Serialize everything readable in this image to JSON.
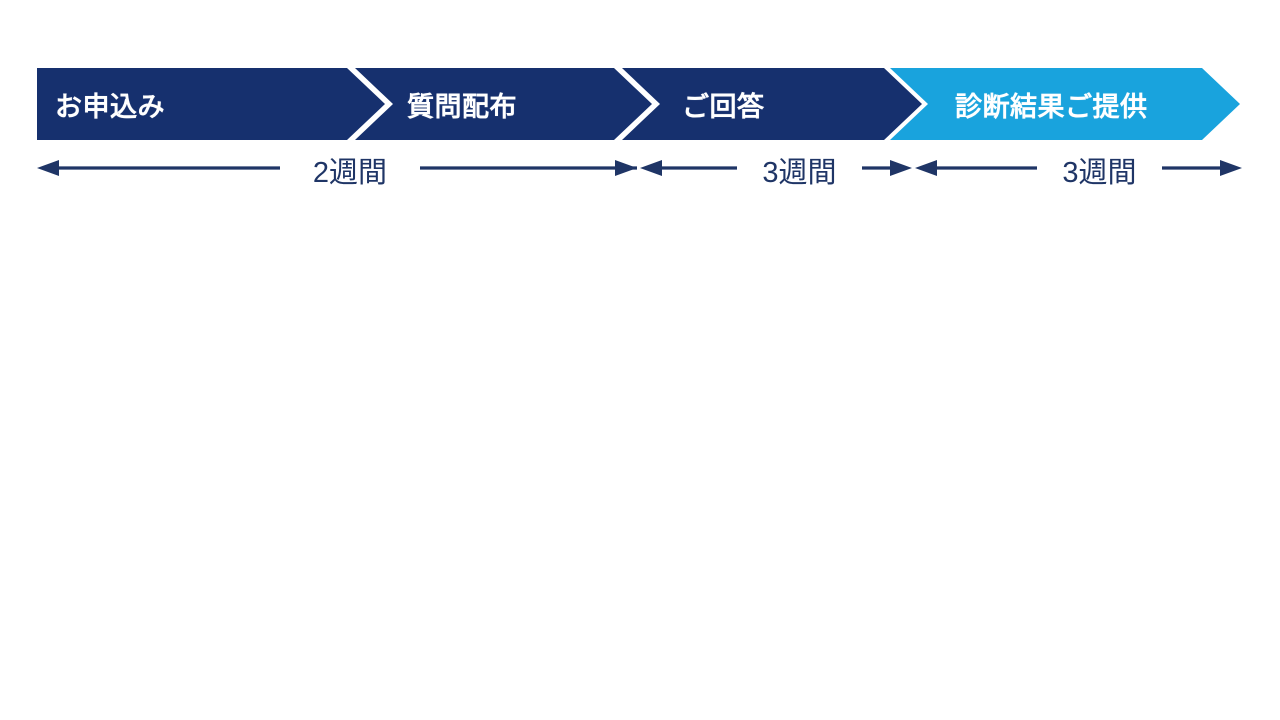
{
  "slide": {
    "background_color": "#ffffff",
    "title": "",
    "type": "process-timeline-diagram"
  },
  "colors": {
    "chevron_dark": "#16306e",
    "chevron_light": "#19a3dd",
    "chevron_divider": "#ffffff",
    "step_text": "#ffffff",
    "arrow_line": "#1f3566",
    "duration_text": "#1f3566"
  },
  "process": {
    "name": "process-flow",
    "steps": [
      {
        "id": "step-1",
        "label": "お申込み",
        "color": "#16306e",
        "highlighted": false
      },
      {
        "id": "step-2",
        "label": "質問配布",
        "color": "#16306e",
        "highlighted": false
      },
      {
        "id": "step-3",
        "label": "ご回答",
        "color": "#16306e",
        "highlighted": false
      },
      {
        "id": "step-4",
        "label": "診断結果ご提供",
        "color": "#19a3dd",
        "highlighted": true
      }
    ]
  },
  "durations": [
    {
      "id": "duration-1",
      "label": "2週間",
      "between": "お申込み 〜 質問配布",
      "arrow": "double-headed"
    },
    {
      "id": "duration-2",
      "label": "3週間",
      "between": "質問配布 〜 ご回答",
      "arrow": "double-headed"
    },
    {
      "id": "duration-3",
      "label": "3週間",
      "between": "ご回答 〜 診断結果ご提供",
      "arrow": "double-headed"
    }
  ]
}
